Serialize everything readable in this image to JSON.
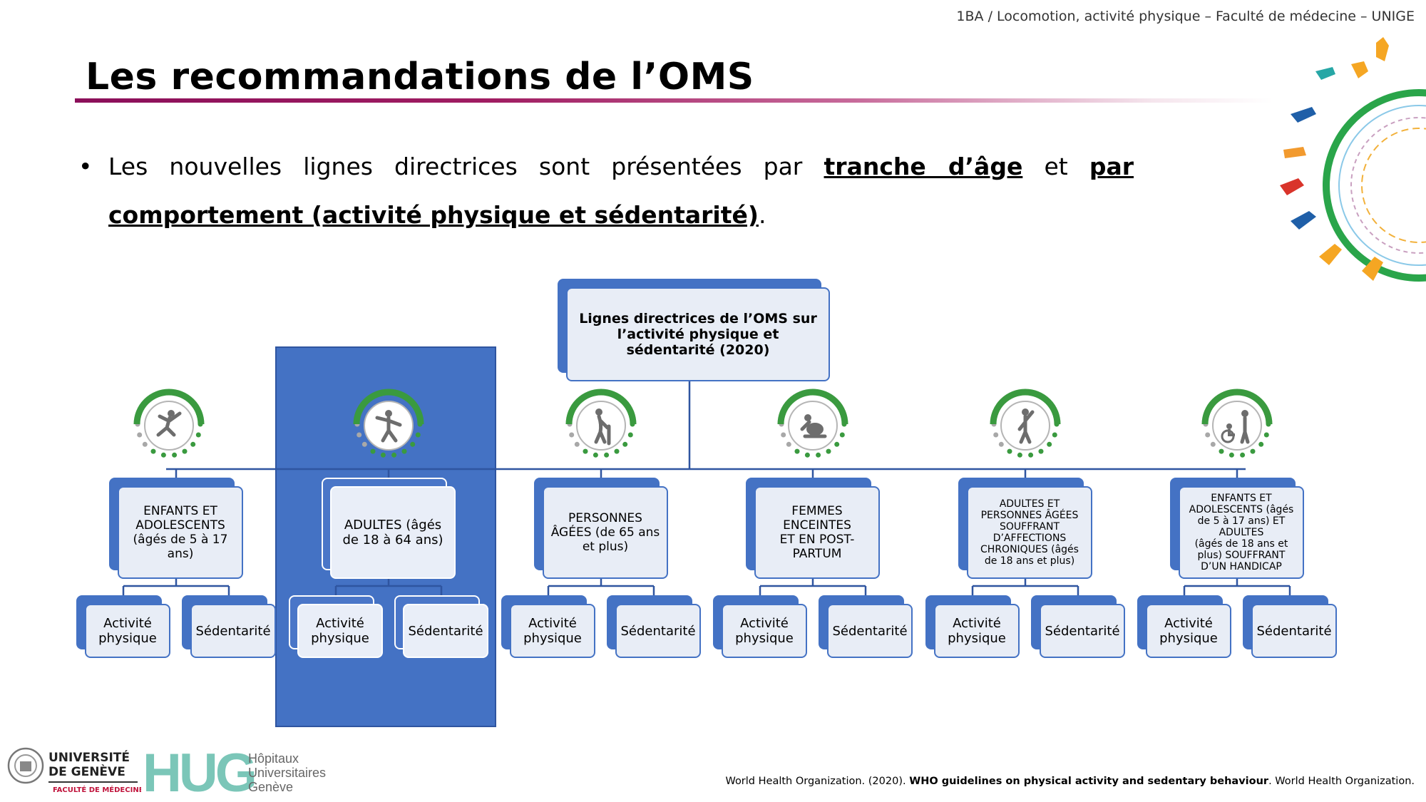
{
  "header": {
    "course": "1BA / Locomotion, activité physique – Faculté de médecine – UNIGE"
  },
  "title": "Les recommandations de l’OMS",
  "bullet": {
    "prefix": "Les nouvelles lignes directrices sont présentées par ",
    "emph1": "tranche d’âge",
    "mid": " et ",
    "emph2": "par comportement (activité physique et sédentarité)",
    "suffix": "."
  },
  "root": {
    "label": "Lignes directrices de l’OMS sur l’activité physique et sédentarité (2020)"
  },
  "groups": [
    {
      "label": "ENFANTS ET ADOLESCENTS (âgés de 5 à 17 ans)",
      "icon": "jumping-child-icon",
      "highlighted": false
    },
    {
      "label": "ADULTES (âgés de 18 à 64 ans)",
      "icon": "tai-chi-adult-icon",
      "highlighted": true
    },
    {
      "label": "PERSONNES ÂGÉES (de 65 ans et plus)",
      "icon": "elderly-cane-icon",
      "highlighted": false
    },
    {
      "label": "FEMMES ENCEINTES\nET EN POST-PARTUM",
      "icon": "pregnant-woman-icon",
      "highlighted": false
    },
    {
      "label": "ADULTES ET PERSONNES ÂGÉES SOUFFRANT\nD’AFFECTIONS CHRONIQUES (âgés de 18 ans et plus)",
      "icon": "adult-chronic-icon",
      "highlighted": false
    },
    {
      "label": "ENFANTS ET ADOLESCENTS (âgés de 5 à 17 ans) ET ADULTES\n(âgés de 18 ans et plus) SOUFFRANT D’UN HANDICAP",
      "icon": "wheelchair-icon",
      "highlighted": false
    }
  ],
  "leaves": {
    "activity": "Activité physique",
    "sedentary": "Sédentarité"
  },
  "logos": {
    "unige_line1": "UNIVERSITÉ",
    "unige_line2": "DE GENÈVE",
    "unige_line3": "FACULTÉ DE MÉDECINE",
    "hug": "HUG",
    "hug_line1": "Hôpitaux",
    "hug_line2": "Universitaires",
    "hug_line3": "Genève"
  },
  "citation": {
    "prefix": "World Health Organization. (2020). ",
    "bold": "WHO guidelines on physical activity and sedentary behaviour",
    "suffix": ". World Health Organization."
  },
  "colors": {
    "accent": "#4472c4",
    "title_rule": "#8b0f5a",
    "icon_green": "#3a9a3f"
  }
}
